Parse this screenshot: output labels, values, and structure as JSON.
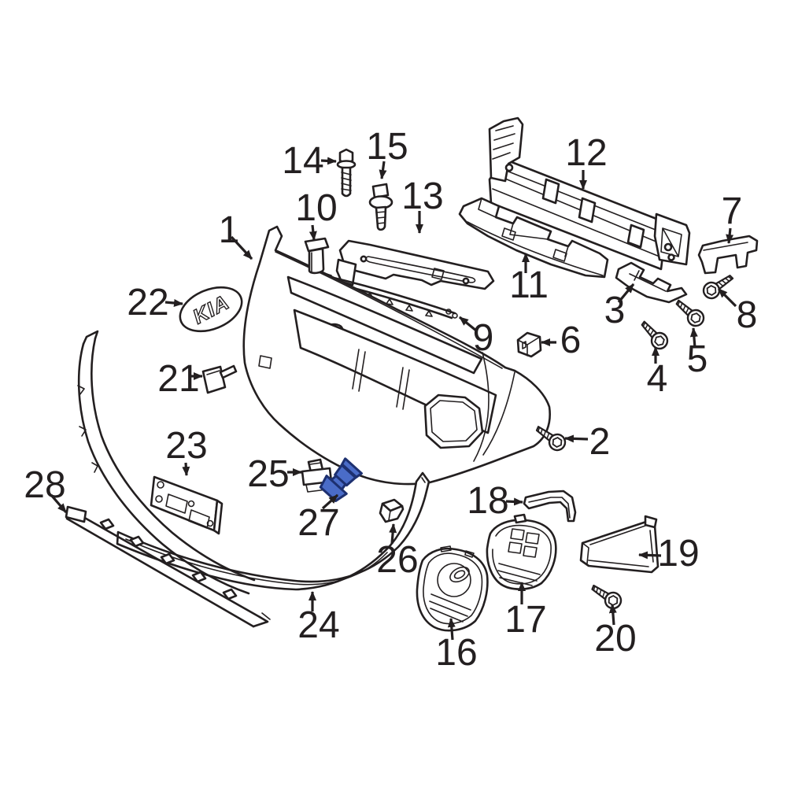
{
  "page": {
    "background_color": "#ffffff"
  },
  "diagram": {
    "line_color": "#231f20",
    "highlight_fill": "#4a6cc8",
    "highlight_stroke": "#1d3070",
    "highlighted_callout": "27",
    "emblem_text": "KIA",
    "callouts": [
      {
        "label": "1"
      },
      {
        "label": "2"
      },
      {
        "label": "3"
      },
      {
        "label": "4"
      },
      {
        "label": "5"
      },
      {
        "label": "6"
      },
      {
        "label": "7"
      },
      {
        "label": "8"
      },
      {
        "label": "9"
      },
      {
        "label": "10"
      },
      {
        "label": "11"
      },
      {
        "label": "12"
      },
      {
        "label": "13"
      },
      {
        "label": "14"
      },
      {
        "label": "15"
      },
      {
        "label": "16"
      },
      {
        "label": "17"
      },
      {
        "label": "18"
      },
      {
        "label": "19"
      },
      {
        "label": "20"
      },
      {
        "label": "21"
      },
      {
        "label": "22"
      },
      {
        "label": "23"
      },
      {
        "label": "24"
      },
      {
        "label": "25"
      },
      {
        "label": "26"
      },
      {
        "label": "27"
      },
      {
        "label": "28"
      }
    ]
  }
}
